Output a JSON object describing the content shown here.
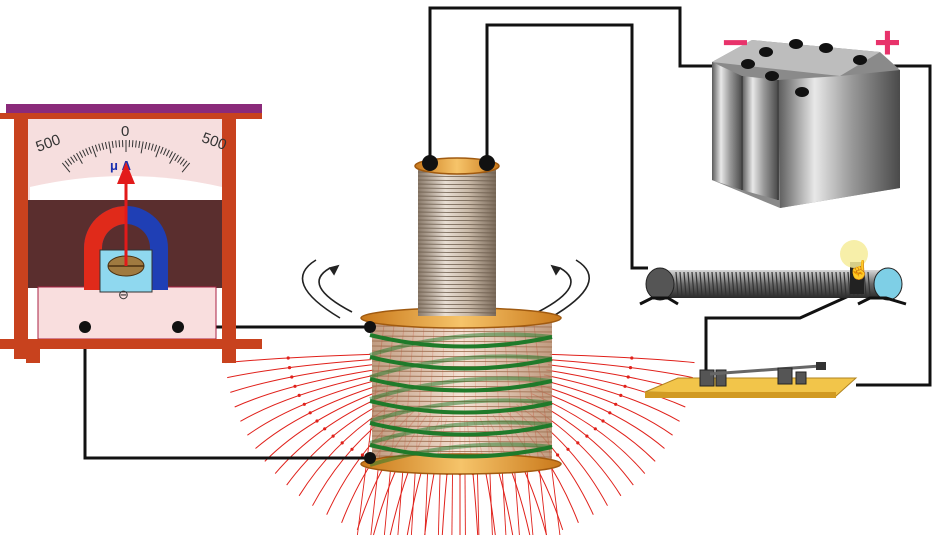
{
  "meter": {
    "scale_left": "500",
    "scale_center": "0",
    "scale_right": "500",
    "unit": "μ A",
    "minus_symbol": "⊖"
  },
  "battery": {
    "minus_symbol": "−",
    "plus_symbol": "+"
  },
  "colors": {
    "field_lines": "#e0201a",
    "wire": "#111111",
    "green_coil": "#1f7a2a",
    "frame": "#c8421e",
    "magnet_red": "#e02a1a",
    "magnet_blue": "#1f3fb5"
  },
  "icons": {
    "cursor": "hand-pointer-icon"
  }
}
